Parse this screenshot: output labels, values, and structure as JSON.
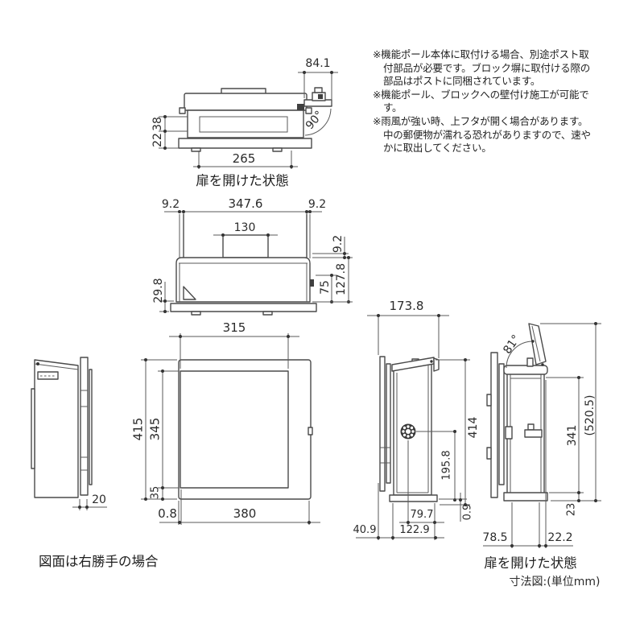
{
  "page": {
    "background": "#ffffff",
    "line_color": "#4a4a4a",
    "text_color": "#2b2b2b"
  },
  "notes": {
    "lines": [
      "※機能ポール本体に取付ける場合、別途ポスト取",
      "付部品が必要です。ブロック塀に取付ける際の",
      "部品はポストに同梱されています。",
      "※機能ポール、ブロックへの壁付け施工が可能で",
      "す。",
      "※雨風が強い時、上フタが開く場合があります。",
      "中の郵便物が濡れる恐れがありますので、速や",
      "かに取出してください。"
    ]
  },
  "top_view_door_open": {
    "caption": "扉を開けた状態",
    "dims": {
      "door_overhang": "84.1",
      "depth_upper": "38",
      "depth_lower": "22",
      "width": "265",
      "open_angle": "90°"
    }
  },
  "plan_view": {
    "dims": {
      "left_overhang": "9.2",
      "plate_width": "347.6",
      "right_overhang": "9.2",
      "tab_width": "130",
      "lip": "9.2",
      "body_depth": "127.8",
      "latch_height": "75",
      "base_depth": "29.8"
    }
  },
  "front_view": {
    "dims": {
      "door_width": "315",
      "body_height": "415",
      "door_height": "345",
      "bottom_margin": "35",
      "left_gap": "0.8",
      "body_width": "380"
    }
  },
  "left_side_view": {
    "dims": {
      "plate_thickness": "20"
    }
  },
  "right_side_view": {
    "dims": {
      "total_depth": "173.8",
      "body_height": "414",
      "dial_height": "195.8",
      "bottom_gap": "0.9",
      "dial_offset": "79.7",
      "body_depth": "122.9",
      "plate_offset": "40.9"
    }
  },
  "right_side_open_view": {
    "caption": "扉を開けた状態",
    "dims": {
      "open_angle": "81°",
      "open_total_height": "(520.5)",
      "opening_height": "341",
      "base_height": "23",
      "depth_a": "78.5",
      "depth_b": "22.2"
    }
  },
  "footer": {
    "handedness_note": "図面は右勝手の場合",
    "units_label": "寸法図:(単位mm)"
  }
}
